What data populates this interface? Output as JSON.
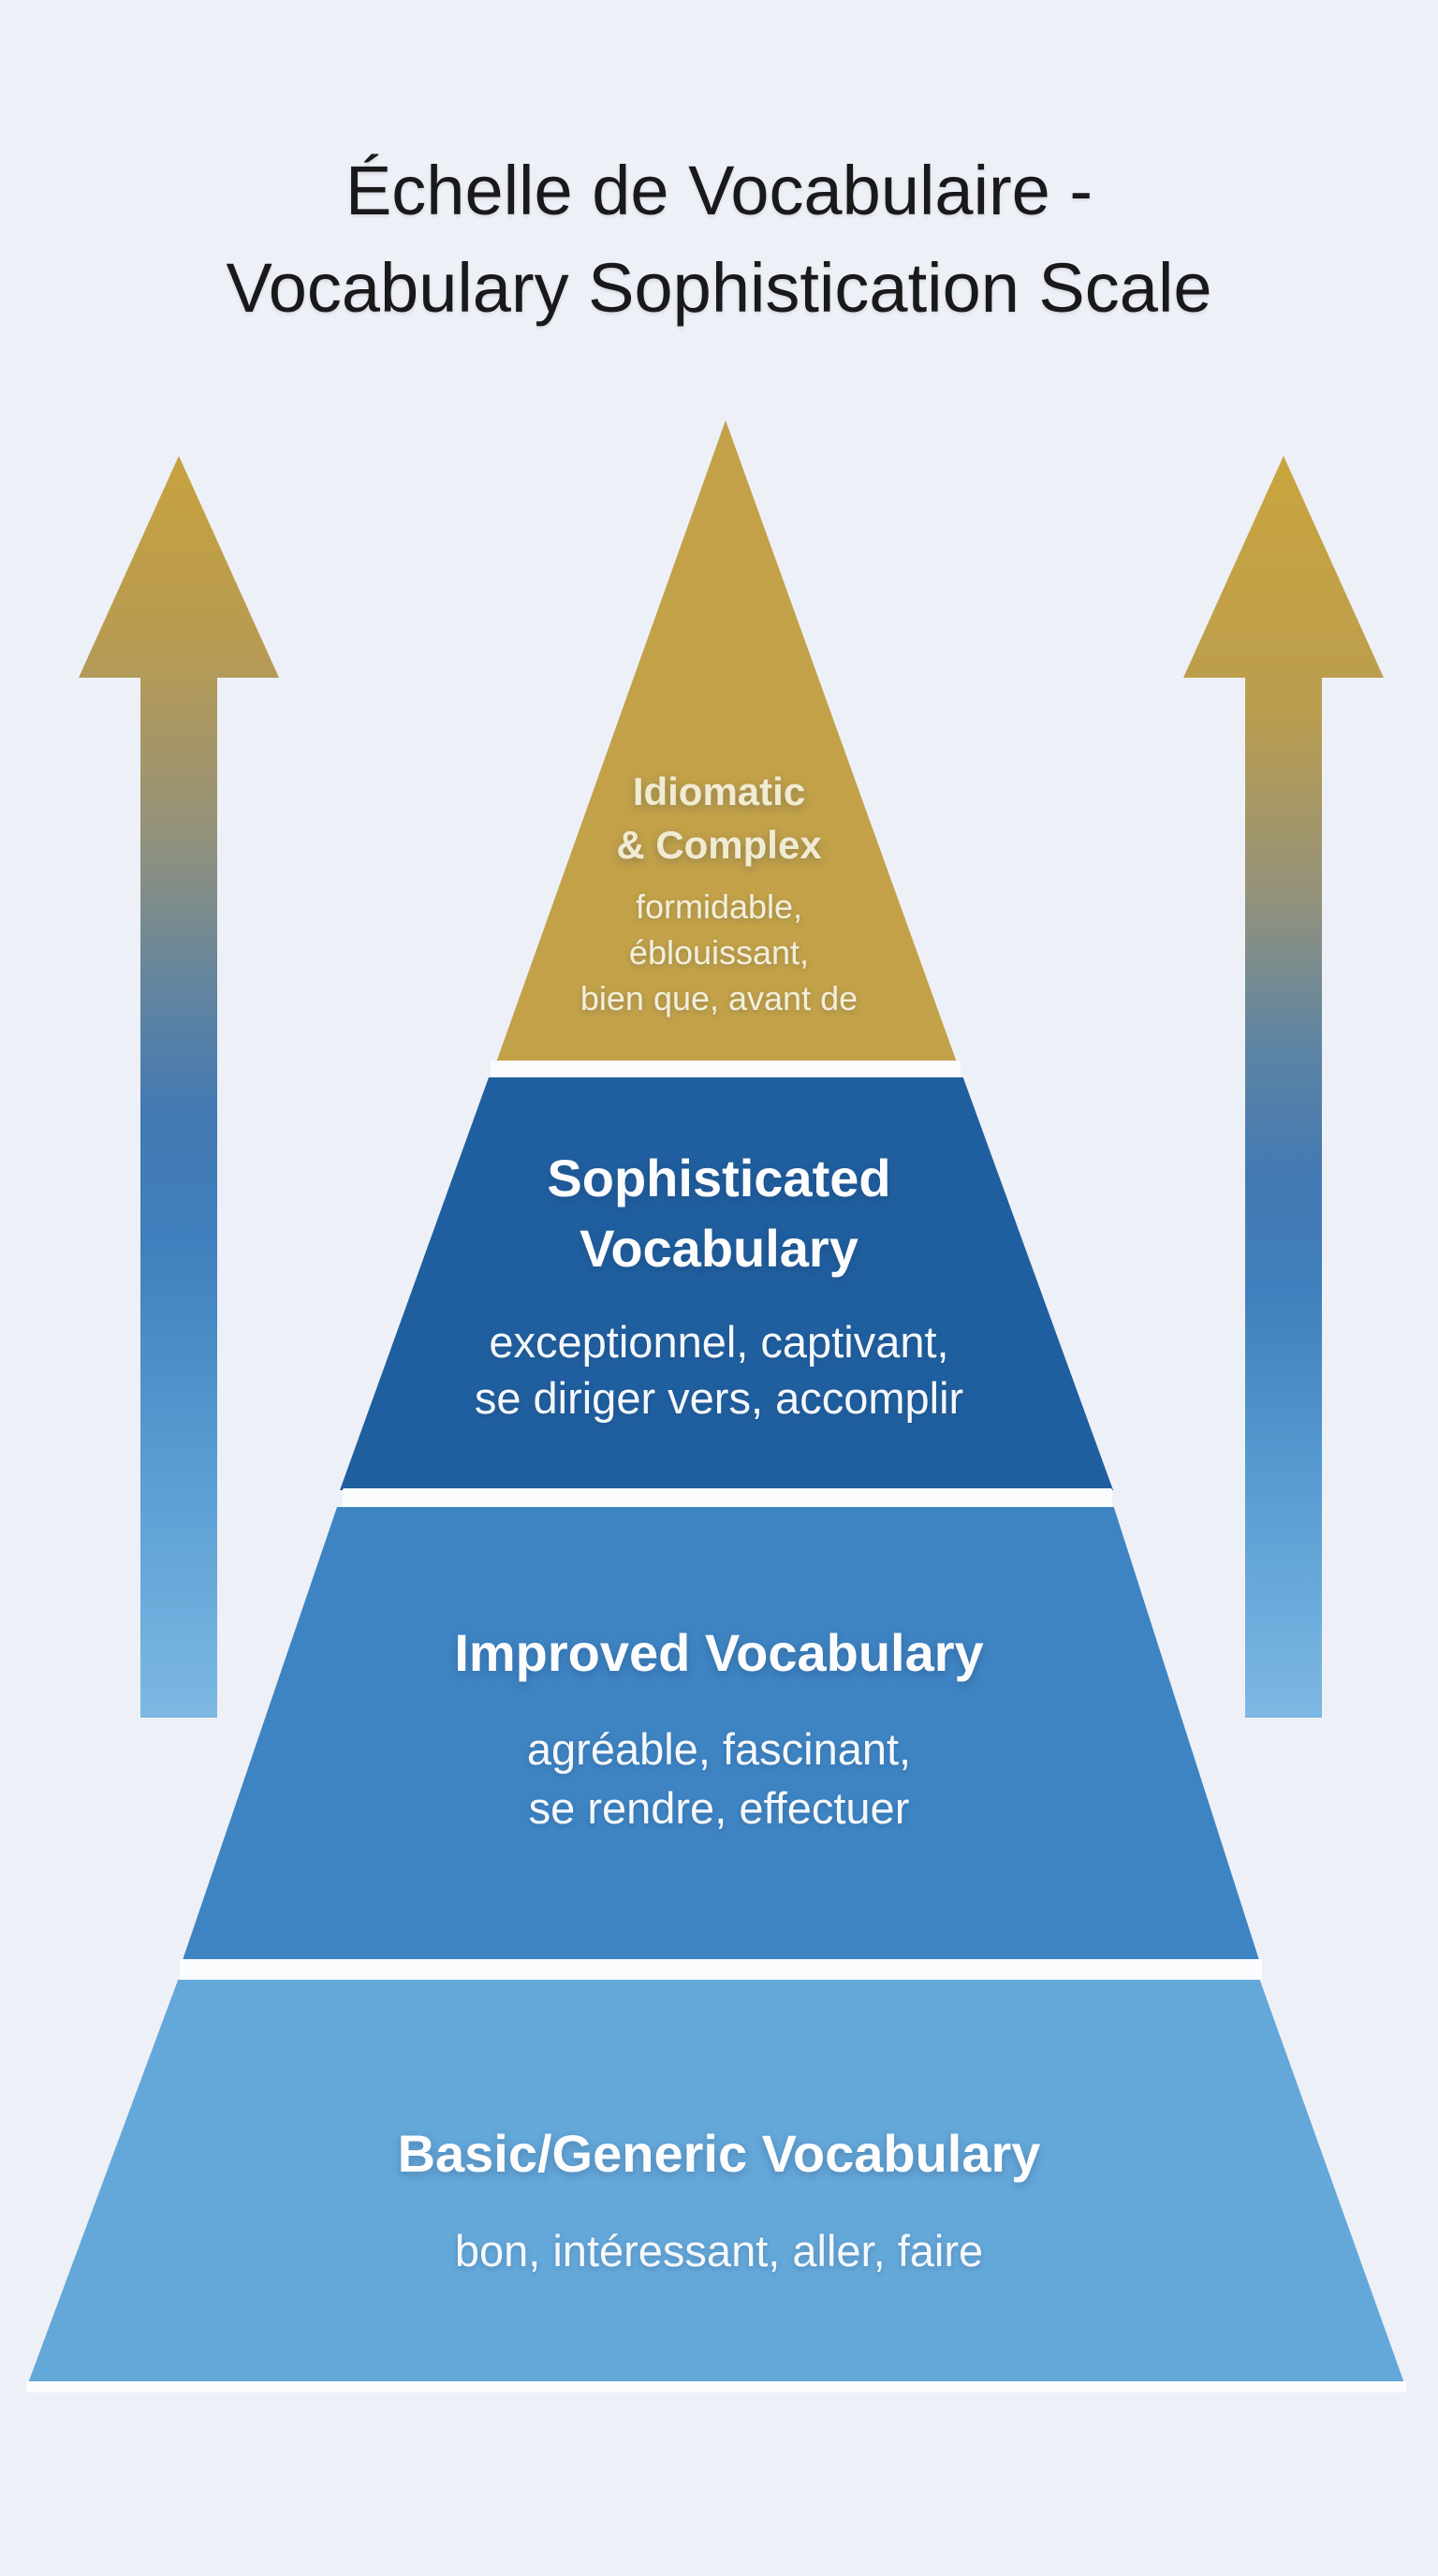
{
  "title": {
    "line1": "Échelle de Vocabulaire -",
    "line2": "Vocabulary Sophistication Scale"
  },
  "pyramid": {
    "tiers": [
      {
        "level": 4,
        "heading_lines": [
          "Idiomatic",
          "& Complex"
        ],
        "examples_lines": [
          "formidable,",
          "éblouissant,",
          "bien que, avant de"
        ],
        "color": "#c2a149",
        "text_color": "#f1ebd3"
      },
      {
        "level": 3,
        "heading_lines": [
          "Sophisticated",
          "Vocabulary"
        ],
        "examples_lines": [
          "exceptionnel, captivant,",
          "se diriger vers, accomplir"
        ],
        "color": "#205f9f",
        "text_color": "#fdfdfe"
      },
      {
        "level": 2,
        "heading_lines": [
          "Improved Vocabulary"
        ],
        "examples_lines": [
          "agréable, fascinant,",
          "se rendre, effectuer"
        ],
        "color": "#3e84c3",
        "text_color": "#fdfdfe"
      },
      {
        "level": 1,
        "heading_lines": [
          "Basic/Generic Vocabulary"
        ],
        "examples_lines": [
          "bon, intéressant, aller, faire"
        ],
        "color": "#64a7d9",
        "text_color": "#fdfdfe"
      }
    ]
  },
  "icons": {
    "left_arrow": "up-arrow",
    "right_arrow": "up-arrow"
  },
  "colors": {
    "background": "#edf0f6",
    "tier_gap": "#fafcfe",
    "title_text": "#19191b",
    "arrow_gradient_top": "#c7a23f",
    "arrow_gradient_mid": "#4379b3",
    "arrow_gradient_bottom": "#7db8e3"
  }
}
